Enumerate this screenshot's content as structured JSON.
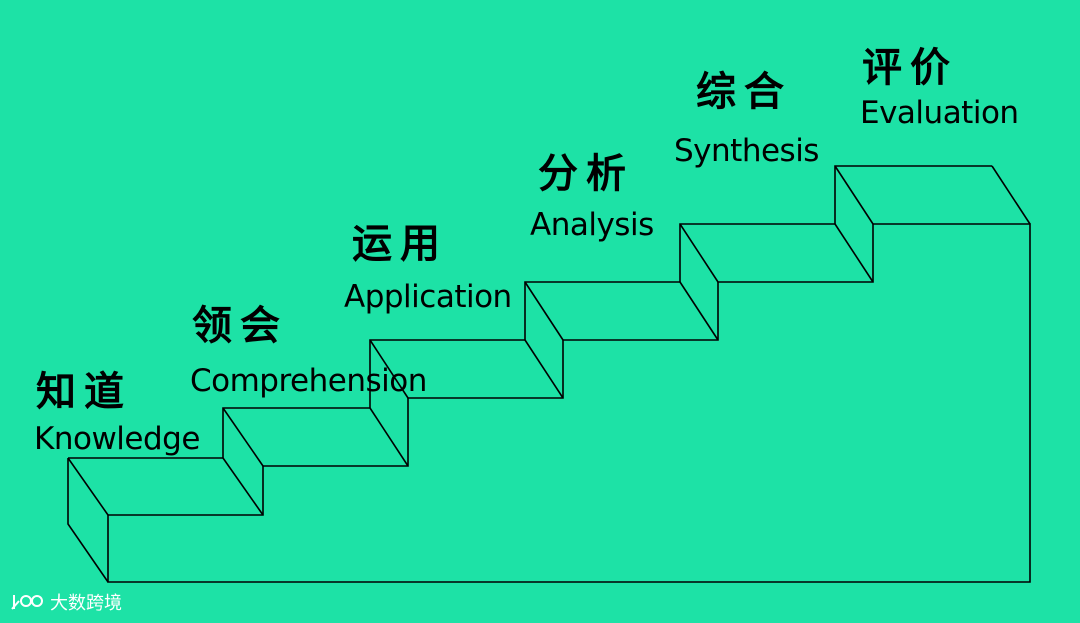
{
  "levels": [
    {
      "cn": "知道",
      "en": "Knowledge"
    },
    {
      "cn": "领会",
      "en": "Comprehension"
    },
    {
      "cn": "运用",
      "en": "Application"
    },
    {
      "cn": "分析",
      "en": "Analysis"
    },
    {
      "cn": "综合",
      "en": "Synthesis"
    },
    {
      "cn": "评价",
      "en": "Evaluation"
    }
  ],
  "watermark": {
    "text": "大数跨境",
    "logo": "100"
  },
  "colors": {
    "background": "#1de2a6",
    "line": "#000000"
  }
}
